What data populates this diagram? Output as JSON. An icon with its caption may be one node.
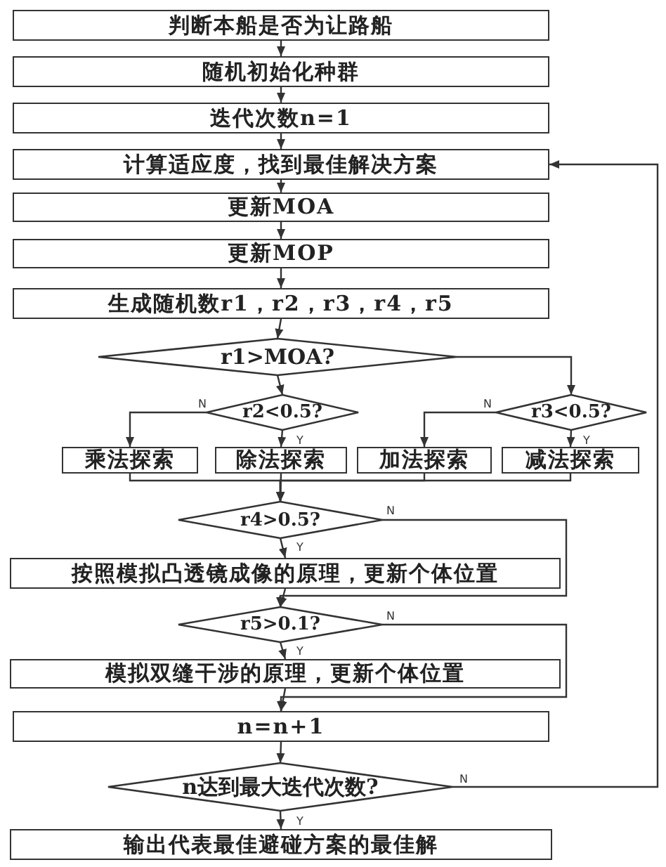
{
  "diagram": {
    "nodes": [
      {
        "text": [
          "判断本船是否为让路船"
        ]
      },
      {
        "text": [
          "随机初始化种群"
        ]
      },
      {
        "text": [
          "迭代次数n=1"
        ]
      },
      {
        "text": [
          "计算适应度，找到最佳解决方案"
        ]
      },
      {
        "text": [
          "更新MOA"
        ]
      },
      {
        "text": [
          "更新MOP"
        ]
      },
      {
        "text": [
          "生成随机数r1，r2，r3，r4，r5"
        ]
      },
      {
        "text": [
          "r1>MOA?"
        ]
      },
      {
        "text": [
          "r2<0.5?"
        ]
      },
      {
        "text": [
          "r3<0.5?"
        ]
      },
      {
        "text": [
          "乘法探索"
        ]
      },
      {
        "text": [
          "除法探索"
        ]
      },
      {
        "text": [
          "加法探索"
        ]
      },
      {
        "text": [
          "减法探索"
        ]
      },
      {
        "text": [
          "r4>0.5?"
        ]
      },
      {
        "text": [
          "按照模拟凸透镜成像的原理，更新个体位置"
        ]
      },
      {
        "text": [
          "r5>0.1?"
        ]
      },
      {
        "text": [
          "模拟双缝干涉的原理，更新个体位置"
        ]
      },
      {
        "text": [
          "n=n+1"
        ]
      },
      {
        "text": [
          "n达到最大迭代次数?"
        ]
      },
      {
        "text": [
          "输出代表最佳避碰方案的最佳解"
        ]
      }
    ],
    "edges": [
      {
        "from": 0,
        "to": 1,
        "arrow": "to"
      },
      {
        "from": 1,
        "to": 2,
        "arrow": "to"
      },
      {
        "from": 2,
        "to": 3,
        "arrow": "to"
      },
      {
        "from": 3,
        "to": 4,
        "arrow": "to"
      },
      {
        "from": 4,
        "to": 5,
        "arrow": "to"
      },
      {
        "from": 5,
        "to": 6,
        "arrow": "to"
      },
      {
        "from": 6,
        "to": 7,
        "arrow": "to"
      },
      {
        "from": 7,
        "to": 8,
        "arrow": "to"
      },
      {
        "from": 7,
        "to": 9,
        "arrow": "to"
      },
      {
        "from": 8,
        "to": 10,
        "arrow": "to",
        "label": "N"
      },
      {
        "from": 8,
        "to": 11,
        "arrow": "to",
        "label": "Y"
      },
      {
        "from": 9,
        "to": 12,
        "arrow": "to",
        "label": "N"
      },
      {
        "from": 9,
        "to": 13,
        "arrow": "to",
        "label": "Y"
      },
      {
        "from": 10,
        "to": 14,
        "arrow": "to"
      },
      {
        "from": 11,
        "to": 14,
        "arrow": "to"
      },
      {
        "from": 12,
        "to": 14,
        "arrow": "to"
      },
      {
        "from": 13,
        "to": 14,
        "arrow": "to"
      },
      {
        "from": 14,
        "to": 15,
        "arrow": "to",
        "label": "Y"
      },
      {
        "from": 14,
        "to": 16,
        "arrow": "to",
        "label": "N"
      },
      {
        "from": 15,
        "to": 16,
        "arrow": "to"
      },
      {
        "from": 16,
        "to": 17,
        "arrow": "to",
        "label": "Y"
      },
      {
        "from": 16,
        "to": 18,
        "arrow": "to",
        "label": "N"
      },
      {
        "from": 17,
        "to": 18,
        "arrow": "to"
      },
      {
        "from": 18,
        "to": 19,
        "arrow": "to"
      },
      {
        "from": 19,
        "to": 20,
        "arrow": "to",
        "label": "Y"
      },
      {
        "from": 19,
        "to": 3,
        "arrow": "to",
        "label": "N"
      }
    ]
  }
}
